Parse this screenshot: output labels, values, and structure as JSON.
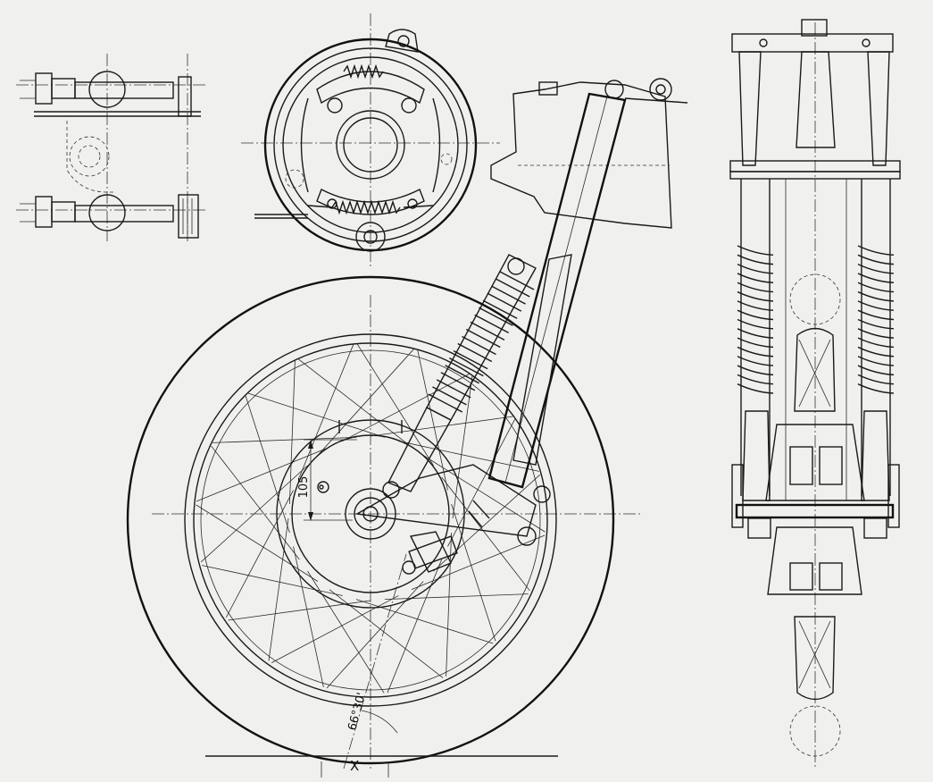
{
  "dimension": {
    "value": "105"
  },
  "angle": {
    "value": "66°30'"
  },
  "ground_point": {
    "label": "X"
  }
}
